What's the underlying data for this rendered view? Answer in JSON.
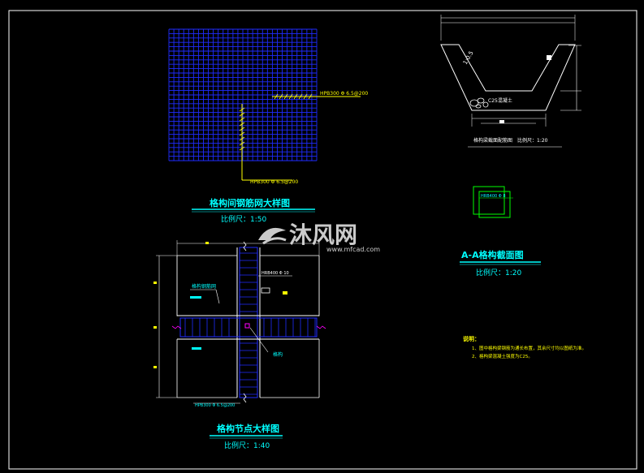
{
  "drawing": {
    "border_color": "#ffffff",
    "colors": {
      "blue": "#1f2cff",
      "cyan": "#00ffff",
      "yellow": "#ffff00",
      "white": "#ffffff",
      "green": "#00ff00",
      "magenta": "#ff00ff",
      "red": "#ff2020",
      "watermark": "#e0e0e0"
    }
  },
  "mesh_view": {
    "title": "格构间钢筋网大样图",
    "scale": "比例尺：1:50",
    "rebar_callout_1": "HPB300 Φ 6.5@200",
    "rebar_callout_2": "HPB300 Φ 6.5@200"
  },
  "node_view": {
    "title": "格构节点大样图",
    "scale": "比例尺：1:40",
    "label_mesh": "格构钢筋网",
    "label_stirrup": "HRB400 Φ 10",
    "label_node": "格构",
    "label_bottom": "HPB300 Φ 6.5@200"
  },
  "section_view": {
    "title": "A-A格构截面图",
    "scale": "比例尺：1:20",
    "slope_label": "1:0.5",
    "concrete_label": "C25混凝土",
    "caption": "格构梁截面配筋图",
    "caption_scale": "比例尺：1:20"
  },
  "legend": {
    "rebar_label": "HRB400 Φ 8"
  },
  "notes": {
    "heading": "说明：",
    "items": [
      "1、图中格构梁钢筋为通长布置，其余尺寸均以图纸为准。",
      "2、格构梁混凝土强度为C25。"
    ]
  },
  "watermark": {
    "brand_cn": "沐风网",
    "brand_url": "www.mfcad.com"
  }
}
